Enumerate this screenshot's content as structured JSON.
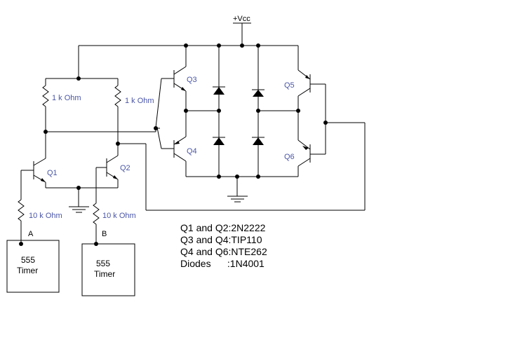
{
  "supply": {
    "vcc_label": "+Vcc"
  },
  "resistors": {
    "r1": "1 k Ohm",
    "r2": "1 k Ohm",
    "r3": "10 k Ohm",
    "r4": "10 k Ohm"
  },
  "transistors": {
    "q1": "Q1",
    "q2": "Q2",
    "q3": "Q3",
    "q4": "Q4",
    "q5": "Q5",
    "q6": "Q6"
  },
  "inputs": {
    "a": "A",
    "b": "B"
  },
  "timers": {
    "a": {
      "line1": "555",
      "line2": "Timer"
    },
    "b": {
      "line1": "555",
      "line2": "Timer"
    }
  },
  "notes": [
    "Q1 and Q2:2N2222",
    "Q3 and Q4:TIP110",
    "Q4 and Q6:NTE262",
    "Diodes      :1N4001"
  ]
}
